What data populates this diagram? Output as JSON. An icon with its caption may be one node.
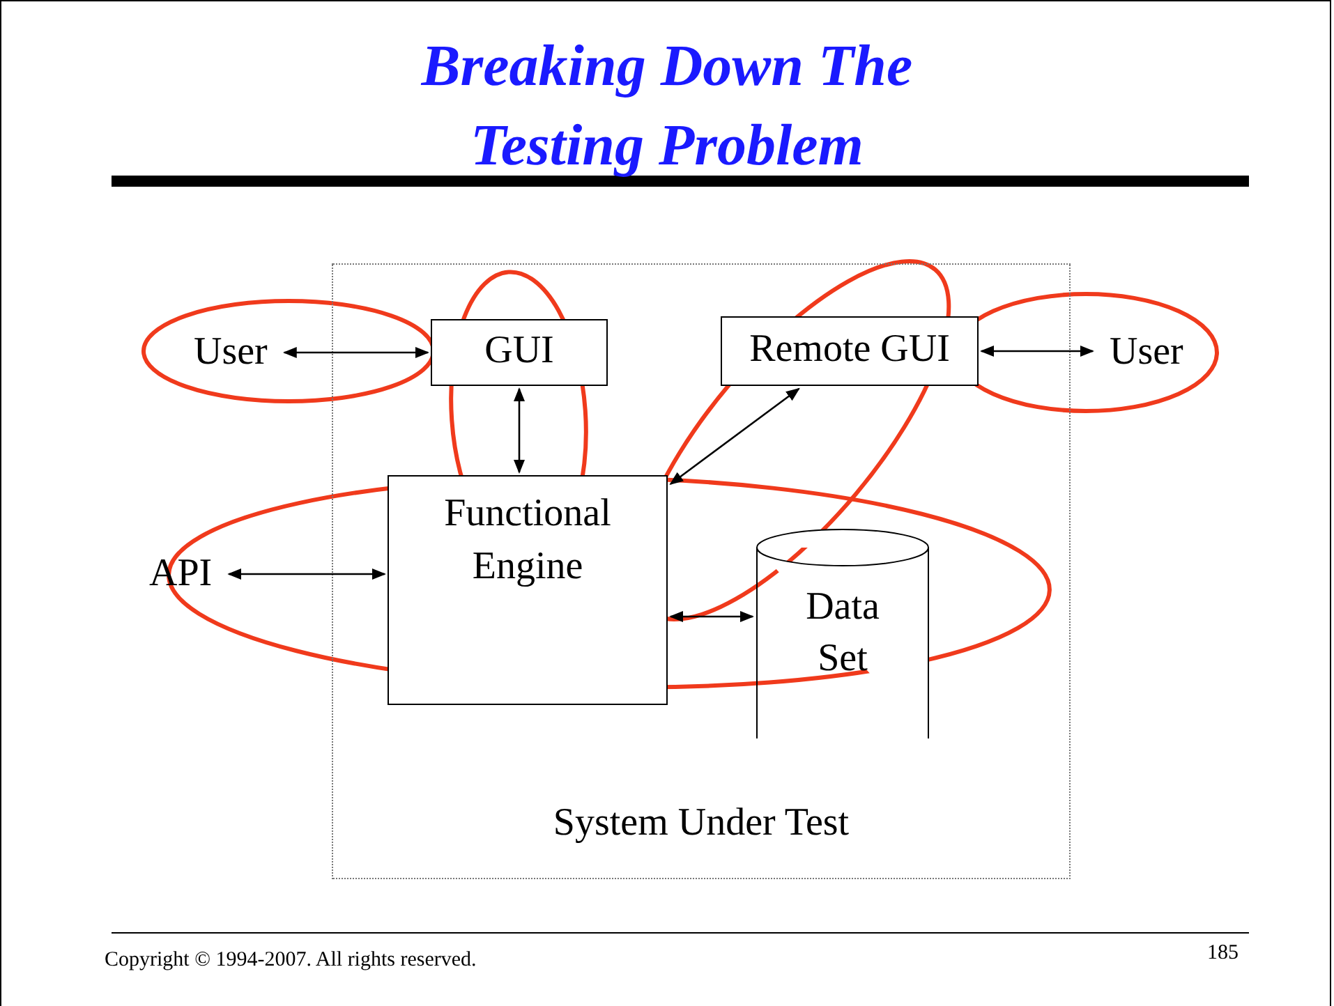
{
  "diagram": {
    "title": "Breaking Down The Testing Problem",
    "nodes": [
      {
        "text": [
          "User"
        ]
      },
      {
        "text": [
          "System Under Test"
        ]
      },
      {
        "text": [
          "GUI"
        ],
        "in": 1
      },
      {
        "text": [
          "Remote GUI"
        ],
        "in": 1
      },
      {
        "text": [
          "User"
        ]
      },
      {
        "text": [
          "Functional Engine"
        ],
        "in": 1
      },
      {
        "text": [
          "API"
        ]
      },
      {
        "text": [
          "Data Set"
        ],
        "in": 1
      }
    ],
    "edges": [
      {
        "from": 0,
        "to": 2,
        "arrow": "both"
      },
      {
        "from": 2,
        "to": 5,
        "arrow": "both"
      },
      {
        "from": 5,
        "to": 3,
        "arrow": "both"
      },
      {
        "from": 3,
        "to": 4,
        "arrow": "both"
      },
      {
        "from": 6,
        "to": 5,
        "arrow": "both"
      },
      {
        "from": 5,
        "to": 7,
        "arrow": "both"
      }
    ],
    "labels": [
      "Copyright © 1994-2007. All rights reserved.",
      "185"
    ]
  }
}
